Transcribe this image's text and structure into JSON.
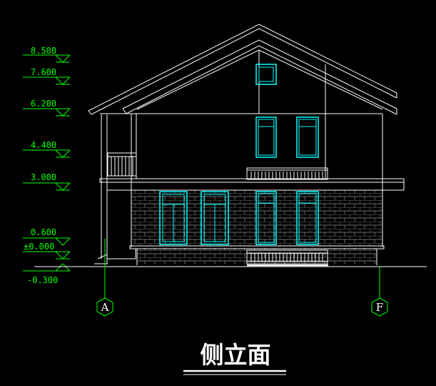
{
  "title": "侧立面",
  "levels": [
    "8.500",
    "7.600",
    "6.200",
    "4.400",
    "3.000",
    "0.600",
    "±0.000",
    "-0.300"
  ],
  "axes": [
    "A",
    "F"
  ],
  "colors": {
    "background": "#000000",
    "lines": "#ffffff",
    "levels": "#00ff00",
    "windows": "#00ffff",
    "brick": "#9a9a9a"
  }
}
